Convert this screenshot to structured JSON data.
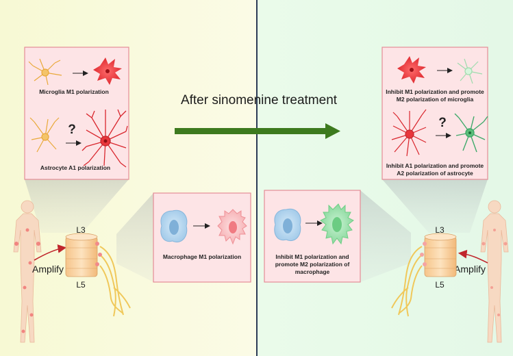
{
  "heading": "After sinomenine treatment",
  "left": {
    "cns_box": {
      "microglia_label": "Microglia M1 polarization",
      "astrocyte_label": "Astrocyte A1 polarization",
      "question_mark": "?"
    },
    "macrophage_label": "Macrophage M1 polarization",
    "amplify_label": "Amplify",
    "l3_label": "L3",
    "l5_label": "L5"
  },
  "right": {
    "cns_box": {
      "microglia_label_line1": "Inhibit M1 polarization and promote",
      "microglia_label_line2": "M2 polarization of microglia",
      "astrocyte_label_line1": "Inhibit  A1 polarization and promote",
      "astrocyte_label_line2": "A2 polarization of astrocyte",
      "question_mark": "?"
    },
    "macrophage_label_line1": "Inhibit M1 polarization and",
    "macrophage_label_line2": "promote M2 polarization of",
    "macrophage_label_line3": "macrophage",
    "amplify_label": "Amplify",
    "l3_label": "L3",
    "l5_label": "L5"
  },
  "colors": {
    "left_background": "#fafbe0",
    "right_background": "#e8fbe8",
    "divider": "#2b3a55",
    "treatment_arrow": "#3d7a1e",
    "box_fill": "#fde4e6",
    "box_stroke": "#e58c96",
    "m1_red": "#e8363b",
    "m2_green": "#5cbf7a",
    "resting_yellow": "#f2b84b",
    "resting_blue": "#9cc7e6",
    "nerve": "#f3d36b",
    "body": "#f7d9c2"
  }
}
